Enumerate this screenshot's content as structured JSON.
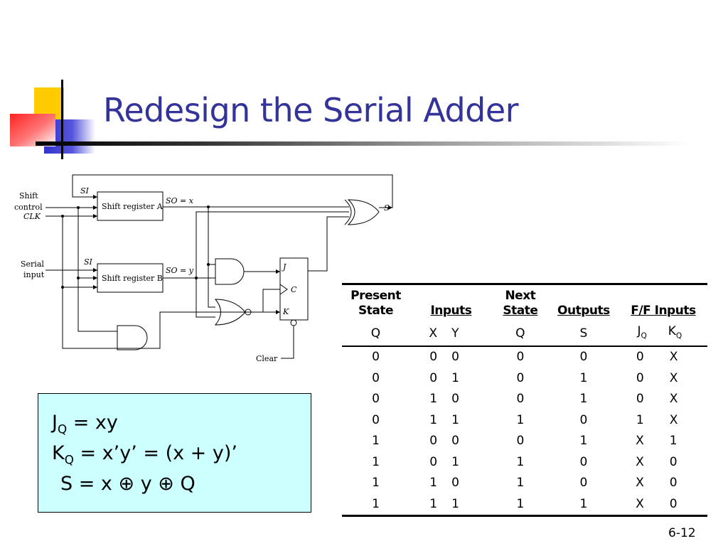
{
  "slide": {
    "title": "Redesign the Serial Adder",
    "page_number": "6-12"
  },
  "circuit": {
    "labels": {
      "si_top": "SI",
      "shift": "Shift",
      "control": "control",
      "clk": "CLK",
      "shift_reg_a": "Shift register A",
      "so_x": "SO = x",
      "s_out": "S",
      "serial": "Serial",
      "input": "input",
      "si_bottom": "SI",
      "shift_reg_b": "Shift register B",
      "so_y": "SO = y",
      "j": "J",
      "c": "C",
      "k": "K",
      "clear": "Clear"
    }
  },
  "table": {
    "headers": {
      "present_l1": "Present",
      "present_l2": "State",
      "inputs": "Inputs",
      "next_l1": "Next",
      "next_l2": "State",
      "outputs": "Outputs",
      "ff_inputs": "F/F Inputs"
    },
    "symbols": [
      "Q",
      "X",
      "Y",
      "Q",
      "S",
      "J",
      "K"
    ],
    "symbol_sub": "Q",
    "rows": [
      [
        "0",
        "0",
        "0",
        "0",
        "0",
        "0",
        "X"
      ],
      [
        "0",
        "0",
        "1",
        "0",
        "1",
        "0",
        "X"
      ],
      [
        "0",
        "1",
        "0",
        "0",
        "1",
        "0",
        "X"
      ],
      [
        "0",
        "1",
        "1",
        "1",
        "0",
        "1",
        "X"
      ],
      [
        "1",
        "0",
        "0",
        "0",
        "1",
        "X",
        "1"
      ],
      [
        "1",
        "0",
        "1",
        "1",
        "0",
        "X",
        "0"
      ],
      [
        "1",
        "1",
        "0",
        "1",
        "0",
        "X",
        "0"
      ],
      [
        "1",
        "1",
        "1",
        "1",
        "1",
        "X",
        "0"
      ]
    ]
  },
  "equations": {
    "jq_j": "J",
    "jq_sub": "Q",
    "jq_rhs": " = xy",
    "kq_k": "K",
    "kq_sub": "Q",
    "kq_rhs": " = x’y’ = (x + y)’",
    "s_line": "S = x ⊕ y ⊕ Q"
  },
  "colors": {
    "title": "#333399",
    "equation_box": "#ccffff",
    "deco_yellow": "#ffcc00",
    "deco_blue": "#3333cc",
    "deco_red": "#ff3333"
  }
}
